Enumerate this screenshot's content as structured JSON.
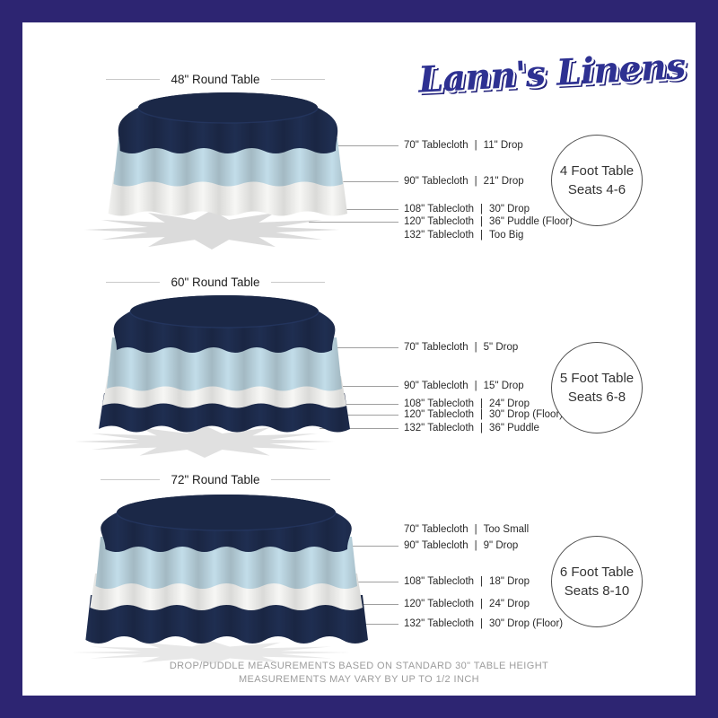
{
  "logo": {
    "text": "Lann's Linens"
  },
  "separator": "|",
  "sections": [
    {
      "table_label": "48\" Round Table",
      "rows": [
        {
          "size": "70\" Tablecloth",
          "value": "11\" Drop"
        },
        {
          "size": "90\" Tablecloth",
          "value": "21\" Drop"
        },
        {
          "size": "108\" Tablecloth",
          "value": "30\" Drop"
        },
        {
          "size": "120\" Tablecloth",
          "value": "36\" Puddle (Floor)"
        },
        {
          "size": "132\" Tablecloth",
          "value": "Too Big"
        }
      ],
      "seating": {
        "line1": "4 Foot Table",
        "line2": "Seats 4-6"
      }
    },
    {
      "table_label": "60\" Round Table",
      "rows": [
        {
          "size": "70\" Tablecloth",
          "value": "5\" Drop"
        },
        {
          "size": "90\" Tablecloth",
          "value": "15\" Drop"
        },
        {
          "size": "108\" Tablecloth",
          "value": "24\" Drop"
        },
        {
          "size": "120\" Tablecloth",
          "value": "30\" Drop (Floor)"
        },
        {
          "size": "132\" Tablecloth",
          "value": "36\" Puddle"
        }
      ],
      "seating": {
        "line1": "5 Foot Table",
        "line2": "Seats 6-8"
      }
    },
    {
      "table_label": "72\" Round Table",
      "rows": [
        {
          "size": "70\" Tablecloth",
          "value": "Too Small"
        },
        {
          "size": "90\" Tablecloth",
          "value": "9\" Drop"
        },
        {
          "size": "108\" Tablecloth",
          "value": "18\" Drop"
        },
        {
          "size": "120\" Tablecloth",
          "value": "24\" Drop"
        },
        {
          "size": "132\" Tablecloth",
          "value": "30\" Drop (Floor)"
        }
      ],
      "seating": {
        "line1": "6 Foot Table",
        "line2": "Seats 8-10"
      }
    }
  ],
  "footer": {
    "line1": "DROP/PUDDLE MEASUREMENTS BASED ON STANDARD 30\" TABLE HEIGHT",
    "line2": "MEASUREMENTS MAY VARY BY UP TO 1/2 INCH"
  },
  "colors": {
    "frame": "#2d2572",
    "logo_blue": "#2e3192",
    "navy_cloth": "#1d2b4c",
    "light_blue_cloth": "#b9d2de",
    "white_cloth": "#f2f2f0",
    "shadow_gray": "#cccccc"
  }
}
